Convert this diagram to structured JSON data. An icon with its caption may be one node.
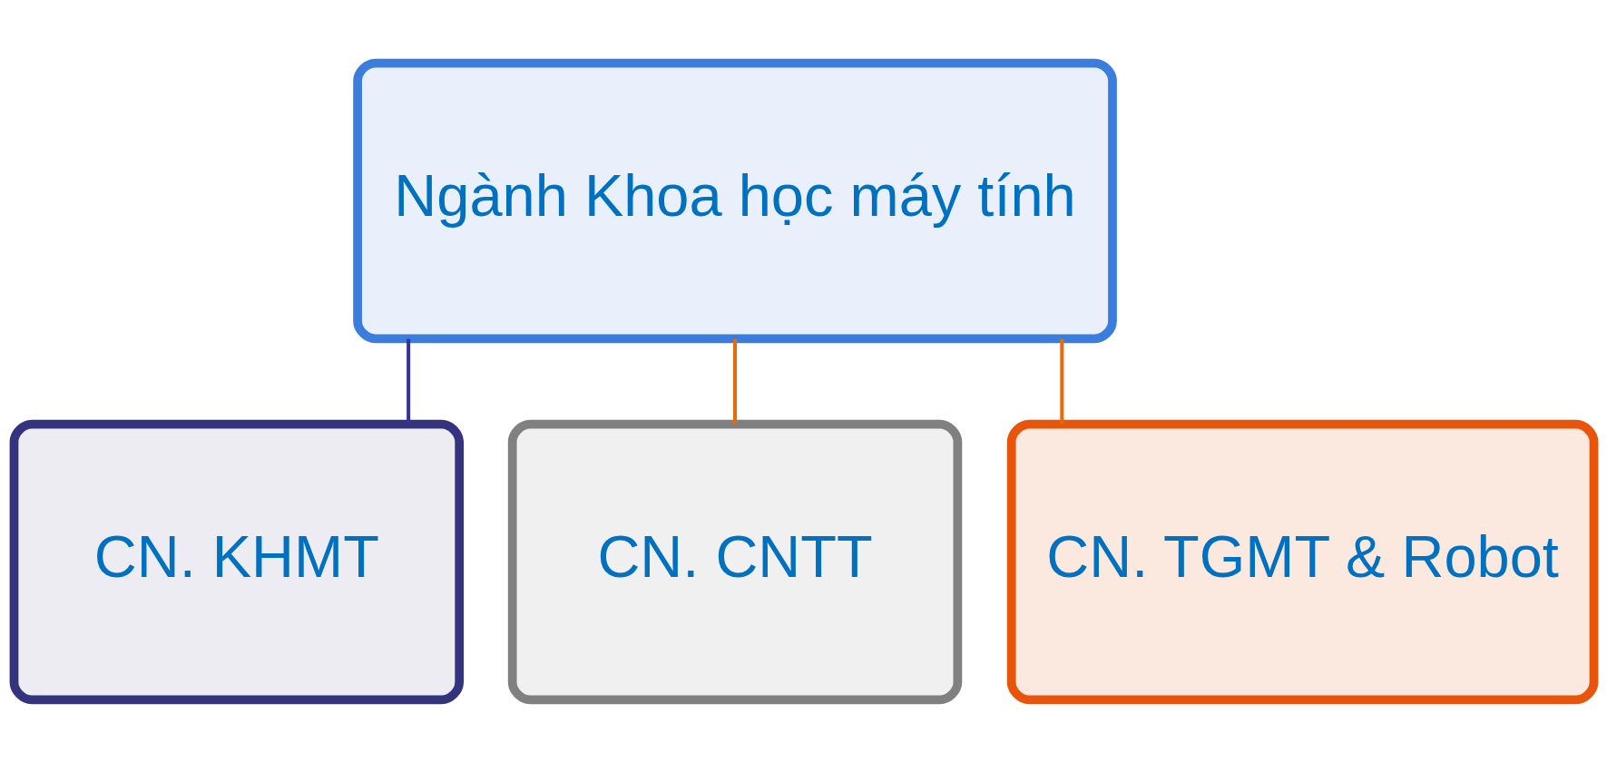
{
  "diagram": {
    "nodes": [
      {
        "text": [
          "Ngành Khoa học máy tính"
        ]
      },
      {
        "text": [
          "CN. KHMT"
        ]
      },
      {
        "text": [
          "CN. CNTT"
        ]
      },
      {
        "text": [
          "CN. TGMT & Robot"
        ]
      }
    ],
    "edges": [
      {
        "from": 0,
        "to": 1,
        "arrow": "none",
        "color": "#333399"
      },
      {
        "from": 0,
        "to": 2,
        "arrow": "none"
      },
      {
        "from": 0,
        "to": 3,
        "arrow": "none"
      }
    ]
  }
}
